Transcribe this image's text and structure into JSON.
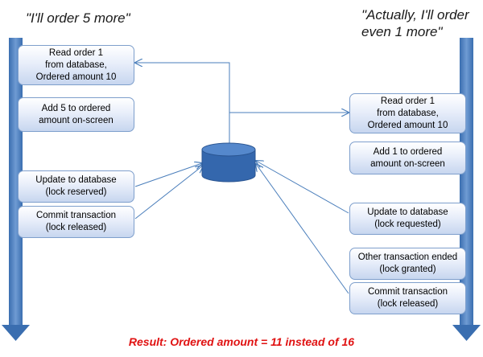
{
  "quotes": {
    "left": "\"I'll order 5 more\"",
    "right_line1": "\"Actually, I'll order",
    "right_line2": "even 1 more\""
  },
  "left_boxes": [
    {
      "line1": "Read order 1",
      "line2": "from database,",
      "line3": "Ordered amount 10"
    },
    {
      "line1": "Add 5 to ordered",
      "line2": "amount on-screen"
    },
    {
      "line1": "Update to database",
      "line2": "(lock reserved)"
    },
    {
      "line1": "Commit transaction",
      "line2": "(lock released)"
    }
  ],
  "right_boxes": [
    {
      "line1": "Read order 1",
      "line2": "from database,",
      "line3": "Ordered amount 10"
    },
    {
      "line1": "Add 1 to ordered",
      "line2": "amount on-screen"
    },
    {
      "line1": "Update to database",
      "line2": "(lock requested)"
    },
    {
      "line1": "Other transaction ended",
      "line2": "(lock granted)"
    },
    {
      "line1": "Commit transaction",
      "line2": "(lock released)"
    }
  ],
  "result": "Result: Ordered amount = 11 instead of 16",
  "colors": {
    "timeline": "#4a7ebb",
    "connector": "#4a7ebb",
    "database_fill": "#3b6db3",
    "result": "#e01212"
  }
}
